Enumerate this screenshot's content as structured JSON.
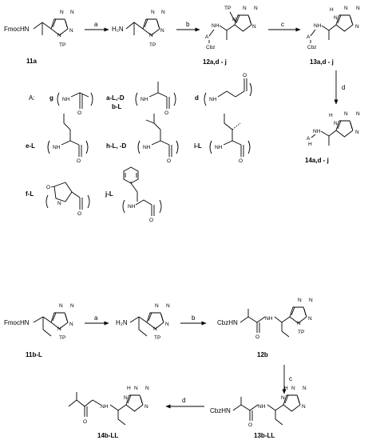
{
  "reagents": {
    "a": "a",
    "b": "b",
    "c": "c",
    "d": "d"
  },
  "atoms": {
    "fmochn": "FmocHN",
    "h2n": "H₂N",
    "nh": "NH",
    "h": "H",
    "n": "N",
    "tp": "TP",
    "a": "A",
    "cbz": "Cbz",
    "cbzhn": "CbzHN",
    "o": "O"
  },
  "compounds": {
    "c11a": "11a",
    "c12": "12a,d - j",
    "c13": "13a,d - j",
    "c14": "14a,d - j",
    "c11b": "11b-L",
    "c12b": "12b",
    "c13b": "13b-LL",
    "c14b": "14b-LL"
  },
  "a_legend": {
    "prefix": "A:",
    "g": "g",
    "aL": "a-L,-D",
    "bL": "b-L",
    "d": "d",
    "eL": "e-L",
    "hL": "h-L, -D",
    "iL": "i-L",
    "fL": "f-L",
    "jL": "j-L"
  }
}
